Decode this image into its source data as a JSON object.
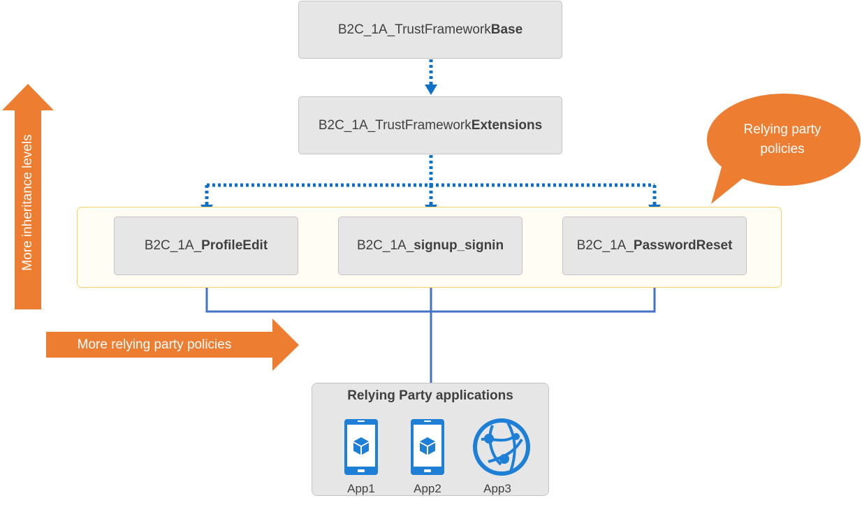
{
  "nodes": {
    "base": {
      "prefix": "B2C_1A_TrustFramework",
      "bold": "Base"
    },
    "extensions": {
      "prefix": "B2C_1A_TrustFramework",
      "bold": "Extensions"
    },
    "profile_edit": {
      "prefix": "B2C_1A_",
      "bold": "ProfileEdit"
    },
    "signup_signin": {
      "prefix": "B2C_1A_",
      "bold": "signup_signin"
    },
    "password_reset": {
      "prefix": "B2C_1A_",
      "bold": "PasswordReset"
    }
  },
  "callout": {
    "line1": "Relying party",
    "line2": "policies"
  },
  "arrows": {
    "vertical_label": "More inheritance levels",
    "horizontal_label": "More relying party policies"
  },
  "apps_panel": {
    "title": "Relying Party applications",
    "apps": [
      {
        "label": "App1",
        "icon": "mobile-app-icon"
      },
      {
        "label": "App2",
        "icon": "mobile-app-icon"
      },
      {
        "label": "App3",
        "icon": "web-app-globe-icon"
      }
    ]
  },
  "colors": {
    "node_fill": "#e6e6e6",
    "node_border": "#c4c4c4",
    "inheritance_arrow": "#1070c8",
    "usage_line": "#4472c4",
    "accent_orange": "#ed7d31",
    "group_border": "#f5d36a",
    "app_icon_blue": "#1e7fd6"
  }
}
